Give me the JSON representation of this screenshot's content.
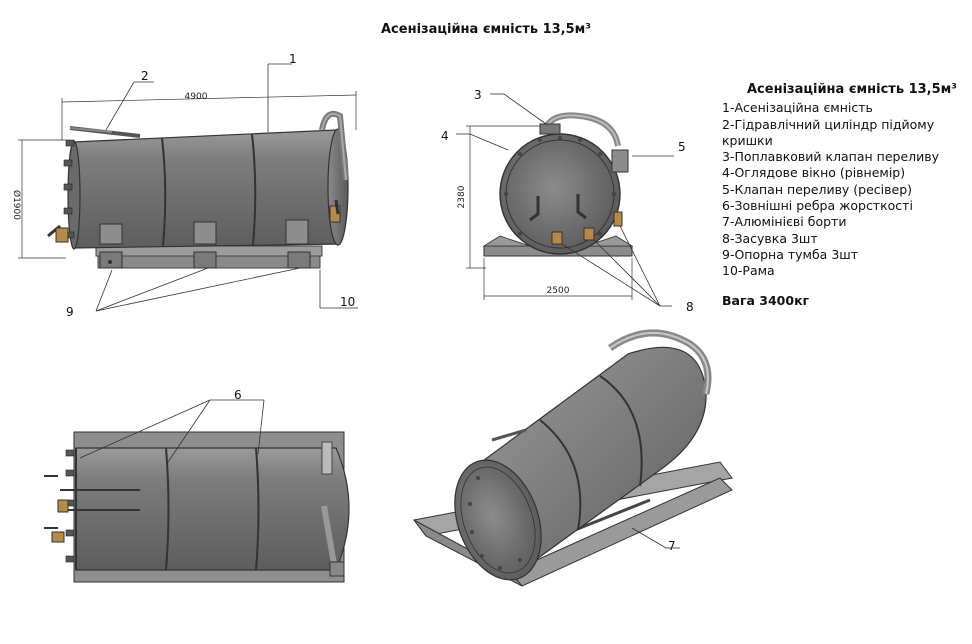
{
  "title": "Асенізаційна ємність 13,5м³",
  "legend": {
    "title": "Асенізаційна ємність 13,5м³",
    "items": [
      "1-Асенізаційна ємність",
      "2-Гідравлічний циліндр підйому кришки",
      "3-Поплавковий клапан переливу",
      "4-Оглядове вікно (рівнемір)",
      "5-Клапан переливу (ресівер)",
      "6-Зовнішні ребра жорсткості",
      "7-Алюмінієві борти",
      "8-Засувка 3шт",
      "9-Опорна тумба 3шт",
      "10-Рама"
    ]
  },
  "weight": "Вага 3400кг",
  "dimensions": {
    "length": "4900",
    "diameter": "Ø1900",
    "height": "2380",
    "width": "2500"
  },
  "callouts": [
    "1",
    "2",
    "3",
    "4",
    "5",
    "6",
    "7",
    "8",
    "9",
    "10"
  ]
}
